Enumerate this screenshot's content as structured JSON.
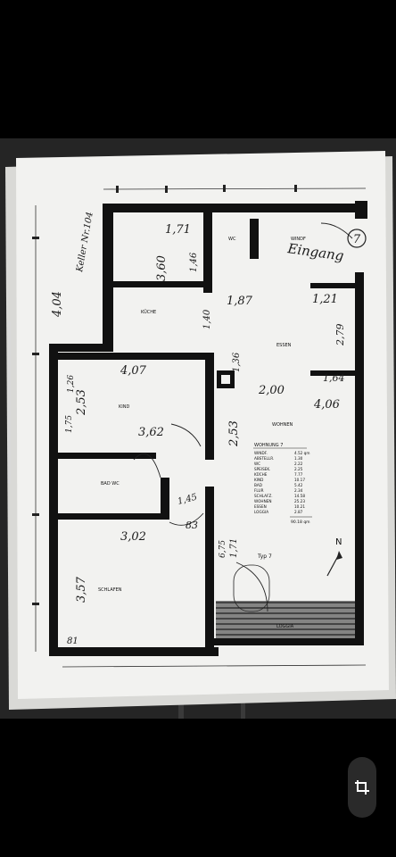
{
  "plan": {
    "handwritten_room_labels": {
      "floor_height_left": "4,04",
      "top_left_note": "Keller Nr.104",
      "kitchen_w": "1,71",
      "kitchen_a": "3,60",
      "kitchen_b": "1,46",
      "hall_a": "1,87",
      "hall_b": "1,21",
      "hall_c": "1,40",
      "living_a": "2,79",
      "living_b": "1,36",
      "living_c": "2,00",
      "living_d": "1,64",
      "living_e": "4,06",
      "kid_a": "4,07",
      "kid_b": "1,26",
      "kid_c": "2,53",
      "kid_d": "3,62",
      "kid_e": "1,75",
      "hall_d": "2,53",
      "bath_a": "1,45",
      "bed_a": "3,02",
      "bed_b": "83",
      "bed_c": "3,57",
      "bed_d": "1,71",
      "bed_e": "6,75",
      "bed_f": "81",
      "entrance": "Eingang",
      "number": "7"
    },
    "printed_labels": {
      "kuche": "KÜCHE",
      "kind": "KIND",
      "essen": "ESSEN",
      "wohnen": "WOHNEN",
      "bad_wc": "BAD WC",
      "schlafen": "SCHLAFEN",
      "wc": "WC",
      "windf": "WINDF",
      "loggia": "LOGGIA",
      "typ": "Typ 7",
      "north": "N"
    },
    "legend": {
      "title": "WOHNUNG 7",
      "rows": [
        [
          "WINDF.",
          "4.52 qm"
        ],
        [
          "ABSTELLR.",
          "1.30"
        ],
        [
          "WC",
          "2.22"
        ],
        [
          "SPEISEK.",
          "2.25"
        ],
        [
          "KÜCHE",
          "7.77"
        ],
        [
          "KIND",
          "10.17"
        ],
        [
          "BAD",
          "5.42"
        ],
        [
          "FLUR",
          "2.34"
        ],
        [
          "SCHLAFZ.",
          "14.58"
        ],
        [
          "WOHNEN",
          "25.23"
        ],
        [
          "ESSEN",
          "10.21"
        ],
        [
          "LOGGIA",
          "2.87"
        ]
      ],
      "total": "90.18 qm"
    }
  },
  "icons": {
    "crop": "crop-icon"
  }
}
